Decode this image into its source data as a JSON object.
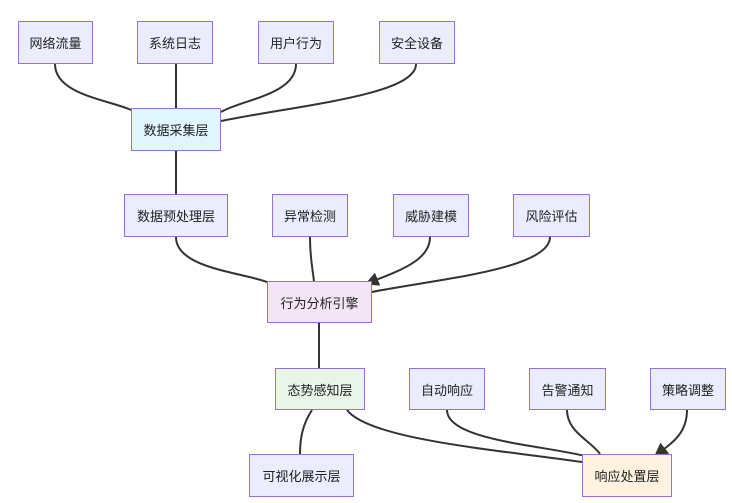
{
  "nodes": {
    "net_traffic": "网络流量",
    "sys_log": "系统日志",
    "user_behavior": "用户行为",
    "security_device": "安全设备",
    "data_collection": "数据采集层",
    "preprocess": "数据预处理层",
    "anomaly": "异常检测",
    "threat_model": "威胁建模",
    "risk_assess": "风险评估",
    "engine": "行为分析引擎",
    "awareness": "态势感知层",
    "auto_response": "自动响应",
    "alert": "告警通知",
    "policy": "策略调整",
    "visual": "可视化展示层",
    "response": "响应处置层"
  },
  "colors": {
    "default_fill": "#ECECFF",
    "border": "#9370DB",
    "collection_fill": "#E1F5FE",
    "engine_fill": "#F3E5F5",
    "awareness_fill": "#E8F5E9",
    "response_fill": "#FFF3E0",
    "edge": "#333333"
  },
  "edges": [
    [
      "net_traffic",
      "data_collection"
    ],
    [
      "sys_log",
      "data_collection"
    ],
    [
      "user_behavior",
      "data_collection"
    ],
    [
      "security_device",
      "data_collection"
    ],
    [
      "data_collection",
      "preprocess"
    ],
    [
      "preprocess",
      "engine"
    ],
    [
      "anomaly",
      "engine"
    ],
    [
      "threat_model",
      "engine"
    ],
    [
      "risk_assess",
      "engine"
    ],
    [
      "engine",
      "awareness"
    ],
    [
      "awareness",
      "visual"
    ],
    [
      "awareness",
      "response"
    ],
    [
      "auto_response",
      "response"
    ],
    [
      "alert",
      "response"
    ],
    [
      "policy",
      "response"
    ]
  ]
}
